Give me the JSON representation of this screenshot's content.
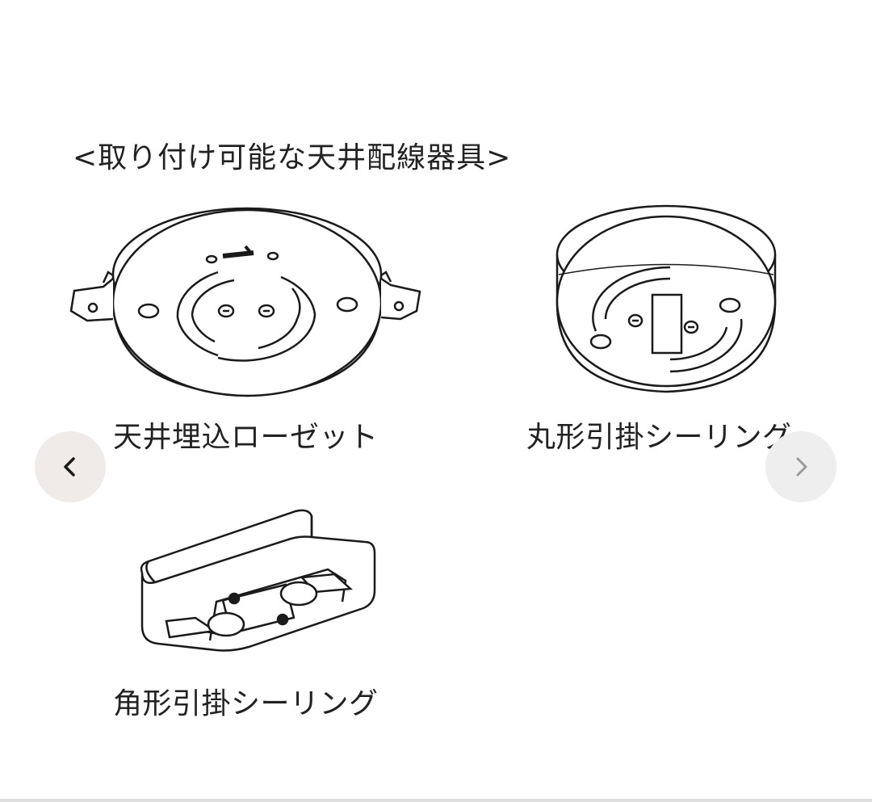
{
  "heading": "<取り付け可能な天井配線器具>",
  "items": [
    {
      "label": "天井埋込ローゼット",
      "icon": "recessed-rosette-illustration"
    },
    {
      "label": "丸形引掛シーリング",
      "icon": "round-ceiling-hook-illustration"
    },
    {
      "label": "角形引掛シーリング",
      "icon": "square-ceiling-hook-illustration"
    }
  ],
  "nav": {
    "prev_icon": "chevron-left-icon",
    "next_icon": "chevron-right-icon"
  },
  "colors": {
    "line": "#1a1a1a",
    "prev_bg": "#f0ebe8",
    "next_bg": "#eeeeee",
    "next_arrow": "#9a9a9a"
  }
}
